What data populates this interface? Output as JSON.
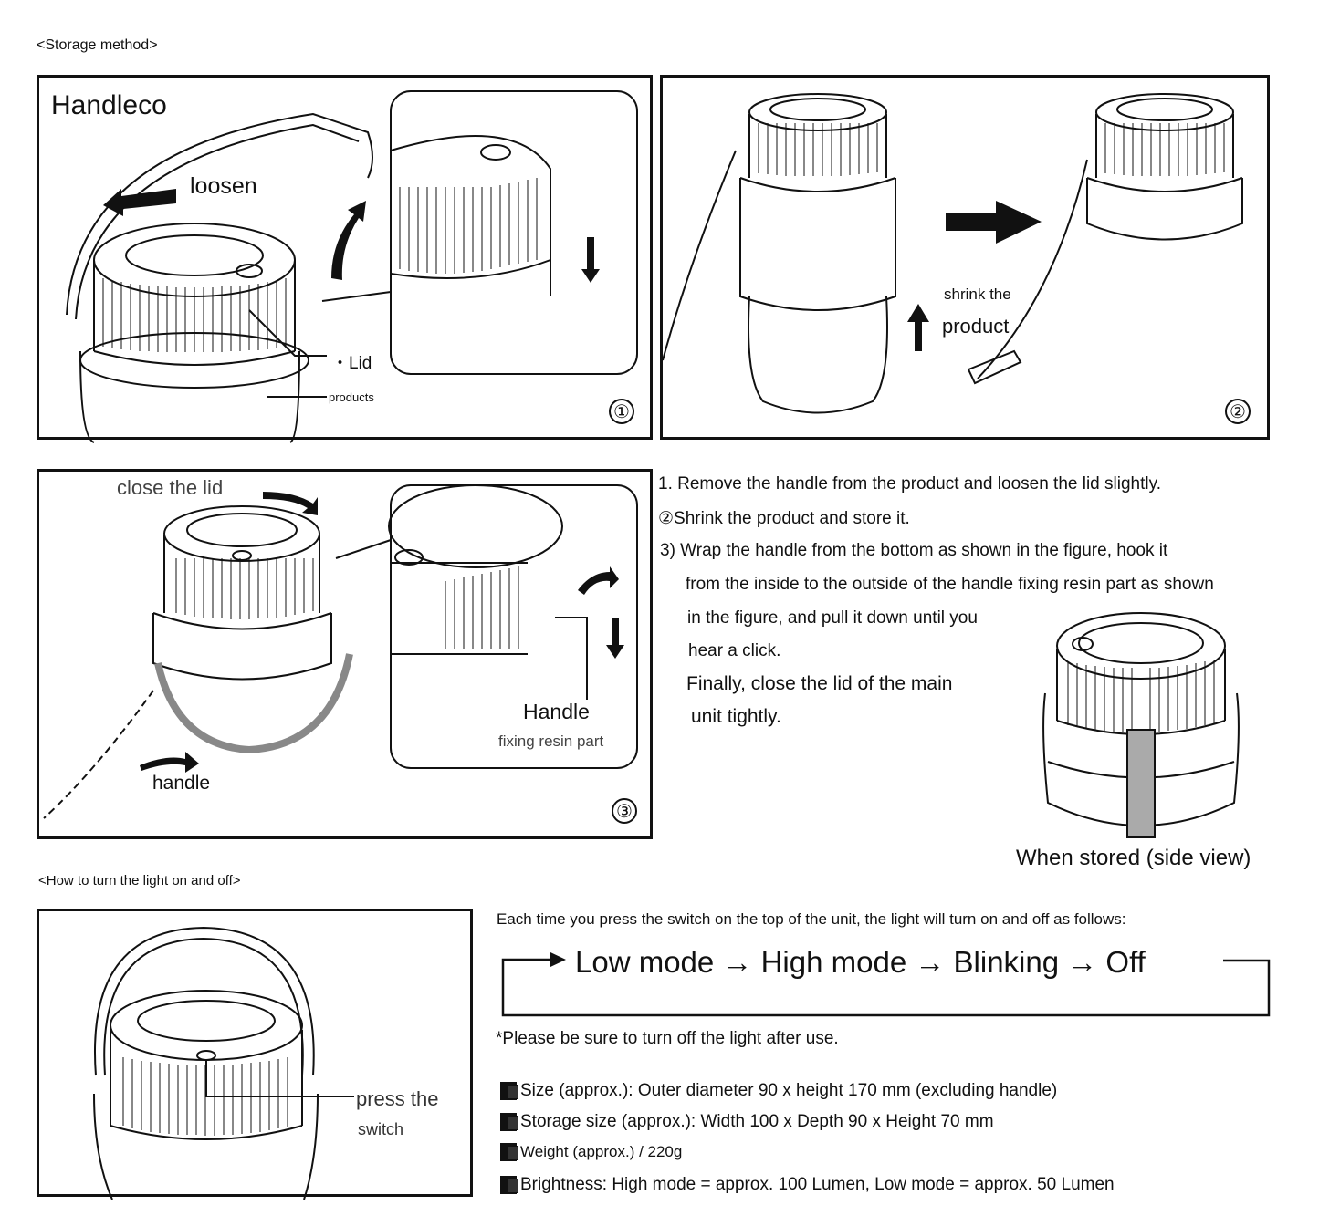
{
  "storage": {
    "title": "<Storage method>",
    "panel1": {
      "brand": "Handleco",
      "loosen": "loosen",
      "lid": "・Lid",
      "products": "products",
      "step": "①"
    },
    "panel2": {
      "shrink_line1": "shrink the",
      "shrink_line2": "product",
      "step": "②"
    },
    "panel3": {
      "close_lid": "close the lid",
      "handle": "handle",
      "handle_part_line1": "Handle",
      "handle_part_line2": "fixing resin part",
      "step": "③"
    },
    "instructions": [
      "1. Remove the handle from the product and loosen the lid slightly.",
      "②Shrink the product and store it.",
      "3) Wrap the handle from the bottom as shown in the figure, hook it",
      "from the inside to the outside of the handle fixing resin part as shown",
      "in the figure, and pull it down until you",
      "hear a click.",
      "Finally, close the lid of the main",
      "unit tightly."
    ],
    "stored_caption": "When stored (side view)"
  },
  "light": {
    "title": "<How to turn the light on and off>",
    "press_line1": "press the",
    "press_line2": "switch",
    "intro": "Each time you press the switch on the top of the unit, the light will turn on and off as follows:",
    "cycle": "Low mode → High mode → Blinking → Off",
    "note": "*Please be sure to turn off the light after use."
  },
  "specs": [
    "Size (approx.): Outer diameter 90 x height 170 mm (excluding handle)",
    "Storage size (approx.): Width 100 x Depth 90 x Height 70 mm",
    "Weight (approx.) / 220g",
    "Brightness: High mode = approx. 100 Lumen, Low mode = approx. 50 Lumen"
  ]
}
